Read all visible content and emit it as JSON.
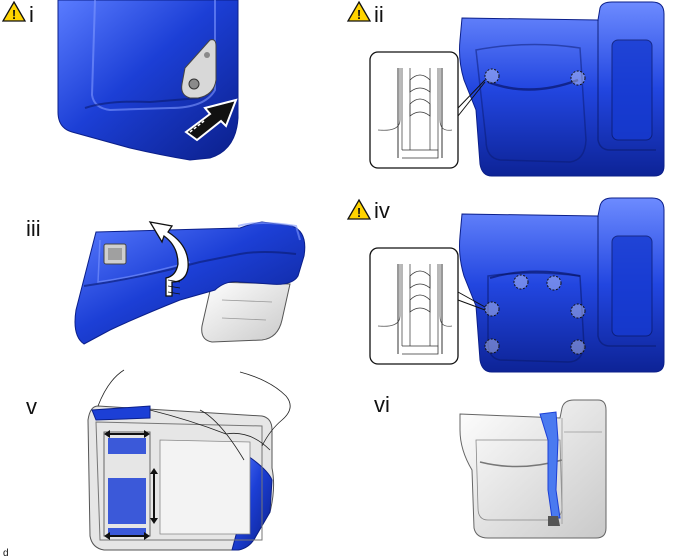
{
  "steps": {
    "s1": {
      "label": "i",
      "caution": true
    },
    "s2": {
      "label": "ii",
      "caution": true
    },
    "s3": {
      "label": "iii",
      "caution": false
    },
    "s4": {
      "label": "iv",
      "caution": true
    },
    "s5": {
      "label": "v",
      "caution": false
    },
    "s6": {
      "label": "vi",
      "caution": false
    }
  },
  "caution_symbol": "!",
  "footer_code": "d",
  "colors": {
    "part_blue": "#1c3fd6",
    "part_blue_dark": "#0b1f8a",
    "part_blue_light": "#5a7cff",
    "caution_yellow": "#ffd400",
    "outline": "#222222"
  }
}
